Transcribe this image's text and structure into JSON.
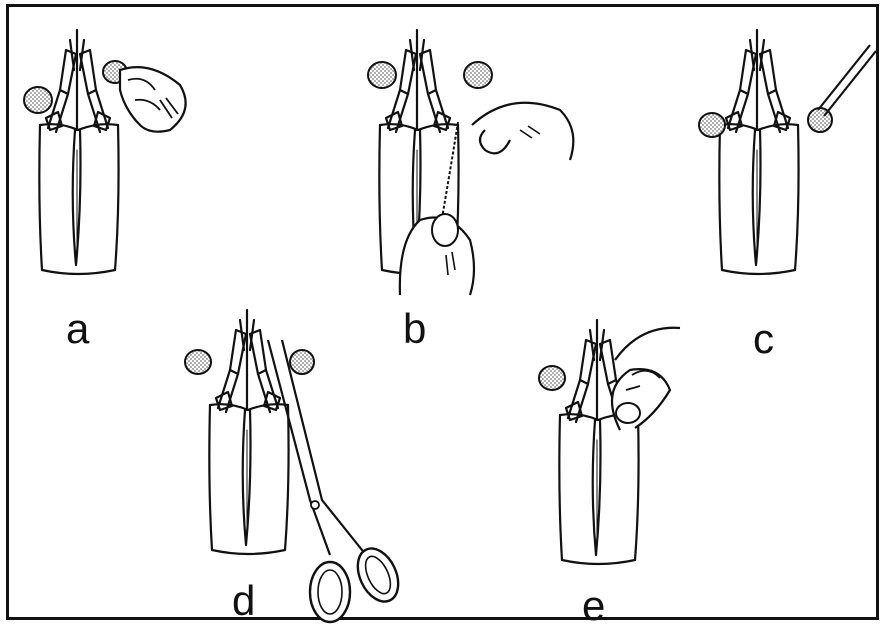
{
  "panels": [
    {
      "id": "a",
      "label": "a",
      "tool": "finger"
    },
    {
      "id": "b",
      "label": "b",
      "tool": "thread"
    },
    {
      "id": "c",
      "label": "c",
      "tool": "probe"
    },
    {
      "id": "d",
      "label": "d",
      "tool": "scissors"
    },
    {
      "id": "e",
      "label": "e",
      "tool": "finger"
    }
  ],
  "colors": {
    "ink": "#111111",
    "paper": "#ffffff",
    "stipple": "#9a9a9a"
  }
}
